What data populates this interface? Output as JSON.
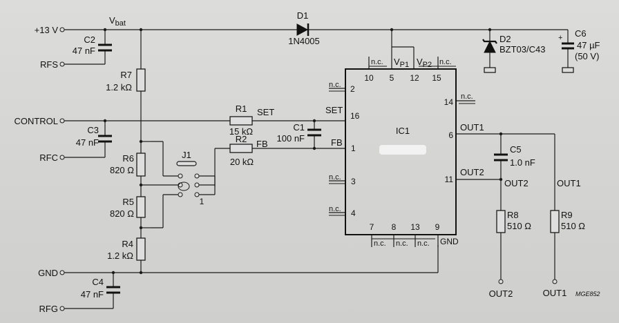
{
  "ports": {
    "plus13v": "+13 V",
    "rfs": "RFS",
    "control": "CONTROL",
    "rfc": "RFC",
    "gnd": "GND",
    "rfg": "RFG"
  },
  "vbat": {
    "main": "V",
    "sub": "bat"
  },
  "diode_d1": {
    "ref": "D1",
    "value": "1N4005"
  },
  "diode_d2": {
    "ref": "D2",
    "value": "BZT03/C43"
  },
  "cap_c6": {
    "ref": "C6",
    "plus": "+",
    "value": "47 µF",
    "rating": "(50 V)"
  },
  "cap_c2": {
    "ref": "C2",
    "value": "47 nF"
  },
  "cap_c3": {
    "ref": "C3",
    "value": "47 nF"
  },
  "cap_c4": {
    "ref": "C4",
    "value": "47 nF"
  },
  "cap_c1": {
    "ref": "C1",
    "value": "100 nF"
  },
  "cap_c5": {
    "ref": "C5",
    "value": "1.0 nF"
  },
  "res_r7": {
    "ref": "R7",
    "value": "1.2 kΩ"
  },
  "res_r6": {
    "ref": "R6",
    "value": "820 Ω"
  },
  "res_r5": {
    "ref": "R5",
    "value": "820 Ω"
  },
  "res_r4": {
    "ref": "R4",
    "value": "1.2 kΩ"
  },
  "res_r1": {
    "ref": "R1",
    "value": "15 kΩ"
  },
  "res_r2": {
    "ref": "R2",
    "value": "20 kΩ"
  },
  "res_r8": {
    "ref": "R8",
    "value": "510 Ω"
  },
  "res_r9": {
    "ref": "R9",
    "value": "510 Ω"
  },
  "jumper": {
    "ref": "J1",
    "pin1": "1"
  },
  "nets": {
    "set": "SET",
    "fb": "FB",
    "out1": "OUT1",
    "out2": "OUT2"
  },
  "ic": {
    "ref": "IC1",
    "nc": "n.c.",
    "vp1": {
      "main": "V",
      "sub": "P1"
    },
    "vp2": {
      "main": "V",
      "sub": "P2"
    },
    "pins": {
      "p1": "1",
      "p2": "2",
      "p3": "3",
      "p4": "4",
      "p5": "5",
      "p6": "6",
      "p7": "7",
      "p8": "8",
      "p9": "9",
      "p10": "10",
      "p11": "11",
      "p12": "12",
      "p13": "13",
      "p14": "14",
      "p15": "15",
      "p16": "16"
    },
    "set": "SET",
    "fb": "FB",
    "out1": "OUT1",
    "out2": "OUT2",
    "gnd": "GND"
  },
  "terminals": {
    "out2": "OUT2",
    "out1": "OUT1"
  },
  "drawing_code": "MGE852"
}
